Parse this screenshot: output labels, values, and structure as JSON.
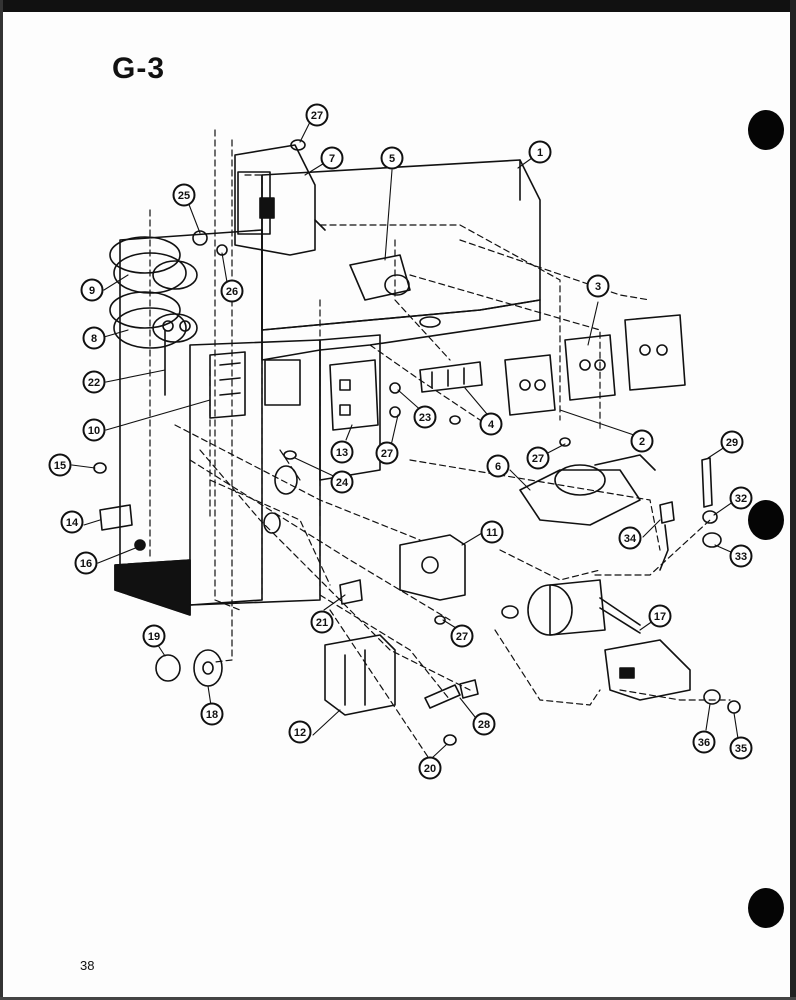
{
  "page": {
    "title": "G-3",
    "page_number": "38"
  },
  "callouts": [
    {
      "label": "27"
    },
    {
      "label": "7"
    },
    {
      "label": "5"
    },
    {
      "label": "1"
    },
    {
      "label": "25"
    },
    {
      "label": "9"
    },
    {
      "label": "26"
    },
    {
      "label": "8"
    },
    {
      "label": "3"
    },
    {
      "label": "22"
    },
    {
      "label": "10"
    },
    {
      "label": "23"
    },
    {
      "label": "4"
    },
    {
      "label": "2"
    },
    {
      "label": "13"
    },
    {
      "label": "27"
    },
    {
      "label": "27"
    },
    {
      "label": "15"
    },
    {
      "label": "24"
    },
    {
      "label": "6"
    },
    {
      "label": "29"
    },
    {
      "label": "32"
    },
    {
      "label": "14"
    },
    {
      "label": "16"
    },
    {
      "label": "11"
    },
    {
      "label": "34"
    },
    {
      "label": "33"
    },
    {
      "label": "21"
    },
    {
      "label": "27"
    },
    {
      "label": "17"
    },
    {
      "label": "19"
    },
    {
      "label": "18"
    },
    {
      "label": "12"
    },
    {
      "label": "28"
    },
    {
      "label": "36"
    },
    {
      "label": "35"
    },
    {
      "label": "20"
    }
  ]
}
